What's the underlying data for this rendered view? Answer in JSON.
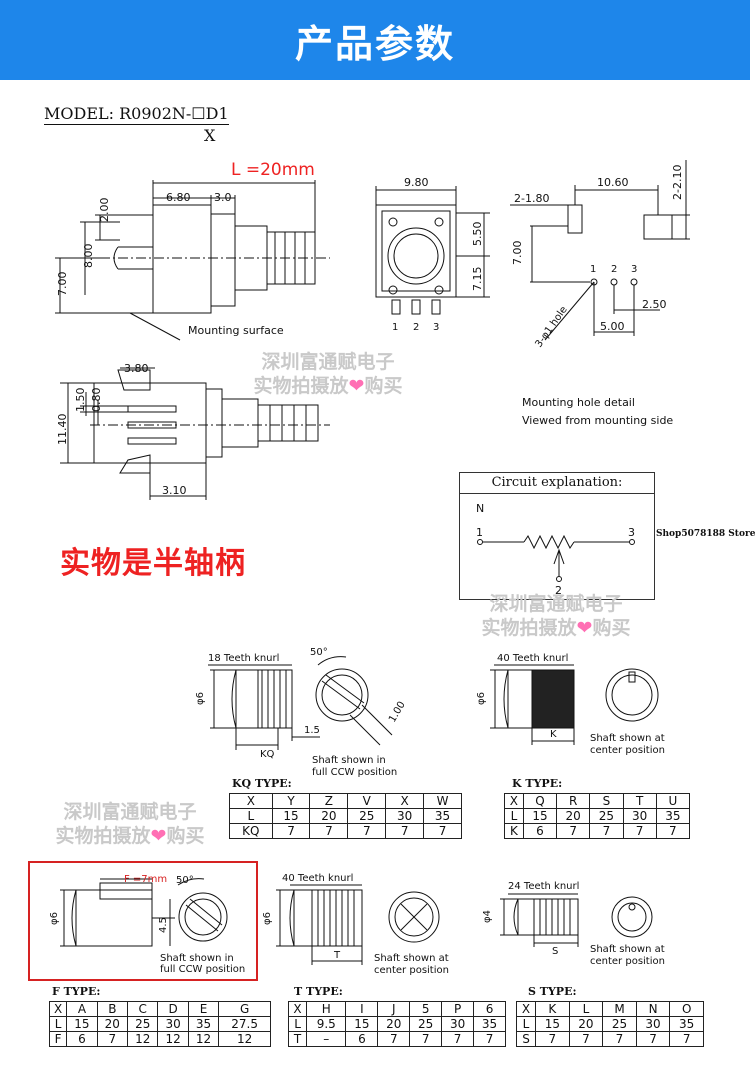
{
  "banner": {
    "title": "产品参数"
  },
  "model": {
    "text": "MODEL: R0902N-☐D1",
    "x_label": "X"
  },
  "top": {
    "length_label": "L =20mm",
    "dims": [
      "6.80",
      "3.0",
      "2.00",
      "8.00",
      "7.00",
      "9.80",
      "5.50",
      "7.15",
      "10.60",
      "2-1.80",
      "2-2.10",
      "7.00",
      "2.50",
      "5.00",
      "3.80",
      "1.50",
      "0.80",
      "11.40",
      "3.10"
    ],
    "mounting_surface": "Mounting surface",
    "hole_label": "3-φ1 hole",
    "pins": [
      "1",
      "2",
      "3"
    ],
    "mounting_hole_detail": "Mounting hole detail",
    "viewed_from": "Viewed from mounting side"
  },
  "watermark": {
    "line1": "深圳富通赋电子",
    "line2a": "实物拍摄放",
    "heart": "❤",
    "line2b": "购买"
  },
  "half_shaft_note": "实物是半轴柄",
  "store": "Shop5078188 Store",
  "circuit": {
    "title": "Circuit explanation:",
    "n": "N",
    "pin1": "1",
    "pin2": "2",
    "pin3": "3"
  },
  "shafts": {
    "kq": {
      "knurl": "18 Teeth knurl",
      "angle": "50°",
      "dia": "φ6",
      "w": "1.5",
      "d": "1.00",
      "kq": "KQ",
      "note1": "Shaft shown in",
      "note2": "full CCW position"
    },
    "k": {
      "knurl": "40 Teeth knurl",
      "dia": "φ6",
      "k": "K",
      "note1": "Shaft shown at",
      "note2": "center position"
    },
    "f": {
      "flabel": "F =7mm",
      "angle": "50°",
      "dia": "φ6",
      "h": "4.5",
      "note1": "Shaft shown in",
      "note2": "full CCW position"
    },
    "t": {
      "knurl": "40 Teeth knurl",
      "dia": "φ6",
      "t": "T",
      "note1": "Shaft shown at",
      "note2": "center position"
    },
    "s": {
      "knurl": "24 Teeth knurl",
      "dia": "φ4",
      "s": "S",
      "note1": "Shaft shown at",
      "note2": "center position"
    }
  },
  "tables": {
    "kq": {
      "title": "KQ TYPE:",
      "rows": [
        [
          "X",
          "Y",
          "Z",
          "V",
          "X",
          "W"
        ],
        [
          "L",
          "15",
          "20",
          "25",
          "30",
          "35"
        ],
        [
          "KQ",
          "7",
          "7",
          "7",
          "7",
          "7"
        ]
      ]
    },
    "k": {
      "title": "K TYPE:",
      "rows": [
        [
          "X",
          "Q",
          "R",
          "S",
          "T",
          "U"
        ],
        [
          "L",
          "15",
          "20",
          "25",
          "30",
          "35"
        ],
        [
          "K",
          "6",
          "7",
          "7",
          "7",
          "7"
        ]
      ]
    },
    "f": {
      "title": "F TYPE:",
      "rows": [
        [
          "X",
          "A",
          "B",
          "C",
          "D",
          "E",
          "G"
        ],
        [
          "L",
          "15",
          "20",
          "25",
          "30",
          "35",
          "27.5"
        ],
        [
          "F",
          "6",
          "7",
          "12",
          "12",
          "12",
          "12"
        ]
      ]
    },
    "t": {
      "title": "T TYPE:",
      "rows": [
        [
          "X",
          "H",
          "I",
          "J",
          "5",
          "P",
          "6"
        ],
        [
          "L",
          "9.5",
          "15",
          "20",
          "25",
          "30",
          "35"
        ],
        [
          "T",
          "–",
          "6",
          "7",
          "7",
          "7",
          "7"
        ]
      ]
    },
    "s": {
      "title": "S TYPE:",
      "rows": [
        [
          "X",
          "K",
          "L",
          "M",
          "N",
          "O"
        ],
        [
          "L",
          "15",
          "20",
          "25",
          "30",
          "35"
        ],
        [
          "S",
          "7",
          "7",
          "7",
          "7",
          "7"
        ]
      ]
    }
  }
}
